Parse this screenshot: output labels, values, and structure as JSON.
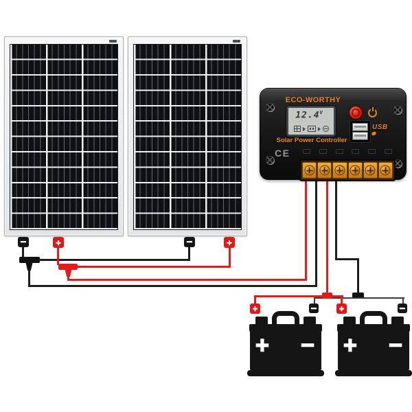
{
  "diagram": {
    "description_visible_text_only": true,
    "panel_count": 2,
    "battery_count": 2
  },
  "controller": {
    "brand": "ECO-WORTHY",
    "subtitle": "Solar Power Controller",
    "display": {
      "value": "12.4",
      "unit": "V"
    },
    "usb_label": "USB",
    "ce_mark": "CE",
    "usb_port_count": 2,
    "terminal_count": 6
  },
  "connectors": {
    "positive_symbol": "+",
    "negative_symbol": "−"
  },
  "battery": {
    "positive_label": "+",
    "negative_label": "−"
  },
  "colors": {
    "accent_orange": "#EF8C1A",
    "wire_red": "#E51C1C",
    "wire_black": "#1E1E1E",
    "terminal_amber": "#E09A25",
    "button_red": "#E31C0C",
    "lcd_gray": "#C3C8C3"
  }
}
